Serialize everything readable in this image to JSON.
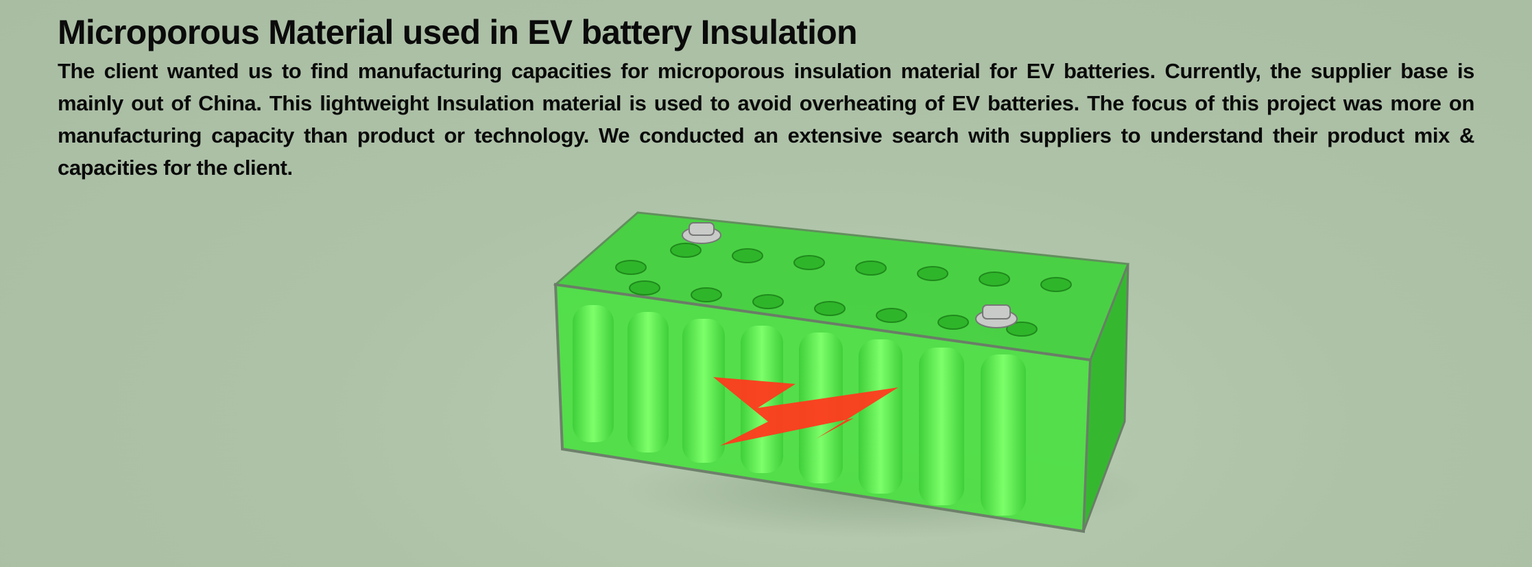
{
  "header": {
    "title": "Microporous Material used in EV battery Insulation",
    "description": "The client wanted us to find manufacturing capacities for microporous insulation material for EV batteries. Currently, the supplier base is mainly out of China. This lightweight Insulation material is used to avoid overheating of EV batteries. The focus of this project was more on manufacturing capacity than product or technology. We conducted an extensive search with suppliers to understand their product mix & capacities for the client."
  },
  "image": {
    "subject": "green-ev-battery-illustration",
    "colors": {
      "background": "#aec2a8",
      "cell": "#66f25a",
      "bolt": "#ff3a1e"
    }
  }
}
